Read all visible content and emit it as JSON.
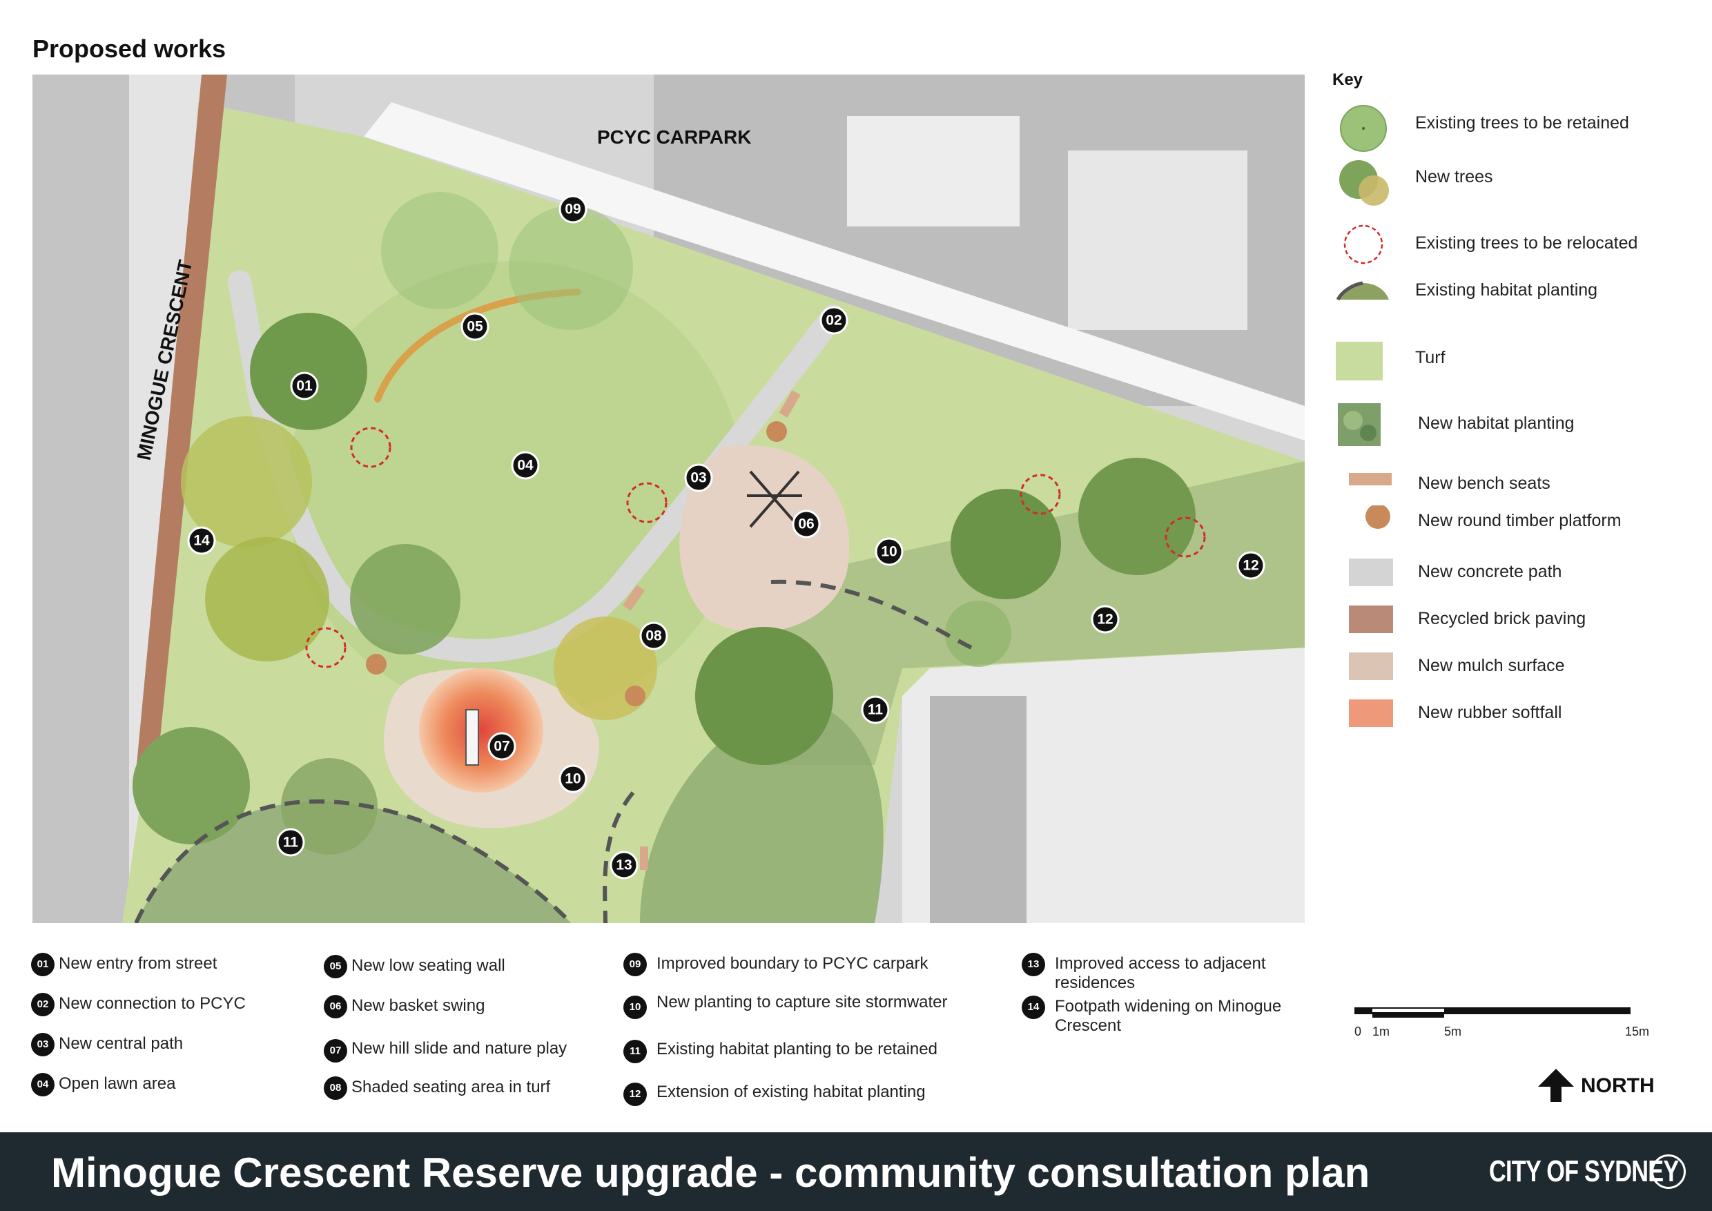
{
  "page_title": "Proposed works",
  "plan_labels": {
    "carpark": "PCYC CARPARK",
    "street": "MINOGUE CRESCENT"
  },
  "markers": [
    {
      "num": "01"
    },
    {
      "num": "02"
    },
    {
      "num": "03"
    },
    {
      "num": "04"
    },
    {
      "num": "05"
    },
    {
      "num": "06"
    },
    {
      "num": "07"
    },
    {
      "num": "08"
    },
    {
      "num": "09"
    },
    {
      "num": "10"
    },
    {
      "num": "10"
    },
    {
      "num": "11"
    },
    {
      "num": "11"
    },
    {
      "num": "12"
    },
    {
      "num": "12"
    },
    {
      "num": "13"
    },
    {
      "num": "14"
    }
  ],
  "key": {
    "title": "Key",
    "items": [
      {
        "label": "Existing trees to be retained",
        "color": "#9cc27a"
      },
      {
        "label": "New trees",
        "color": "#7ea35b"
      },
      {
        "label": "Existing trees to be relocated",
        "color": "#d22b2b"
      },
      {
        "label": "Existing habitat planting",
        "color": "#8da262"
      },
      {
        "label": "Turf",
        "color": "#c8dca0"
      },
      {
        "label": "New habitat planting",
        "color": "#7e9f6a"
      },
      {
        "label": "New bench seats",
        "color": "#d7a98a"
      },
      {
        "label": "New round timber platform",
        "color": "#c88a5a"
      },
      {
        "label": "New concrete path",
        "color": "#d4d4d4"
      },
      {
        "label": "Recycled brick paving",
        "color": "#b98a78"
      },
      {
        "label": "New mulch surface",
        "color": "#dcc4b4"
      },
      {
        "label": "New rubber softfall",
        "color": "#ee9a7a"
      }
    ]
  },
  "legend": [
    [
      {
        "num": "01",
        "text": "New entry from street"
      },
      {
        "num": "02",
        "text": "New connection to PCYC"
      },
      {
        "num": "03",
        "text": "New central path"
      },
      {
        "num": "04",
        "text": "Open lawn area"
      }
    ],
    [
      {
        "num": "05",
        "text": "New low seating wall"
      },
      {
        "num": "06",
        "text": "New basket swing"
      },
      {
        "num": "07",
        "text": "New hill slide and nature play"
      },
      {
        "num": "08",
        "text": "Shaded seating area in turf"
      }
    ],
    [
      {
        "num": "09",
        "text": "Improved boundary to PCYC carpark"
      },
      {
        "num": "10",
        "text": "New planting to capture site stormwater"
      },
      {
        "num": "11",
        "text": "Existing habitat planting to be retained"
      },
      {
        "num": "12",
        "text": "Extension of existing habitat planting"
      }
    ],
    [
      {
        "num": "13",
        "text": "Improved access to adjacent residences"
      },
      {
        "num": "14",
        "text": "Footpath widening on Minogue Crescent"
      }
    ]
  ],
  "scale": {
    "labels": [
      "0",
      "1m",
      "5m",
      "15m"
    ]
  },
  "north_label": "NORTH",
  "footer": {
    "title": "Minogue Crescent Reserve upgrade - community consultation plan",
    "brand": "CITY OF SYDNEY"
  }
}
